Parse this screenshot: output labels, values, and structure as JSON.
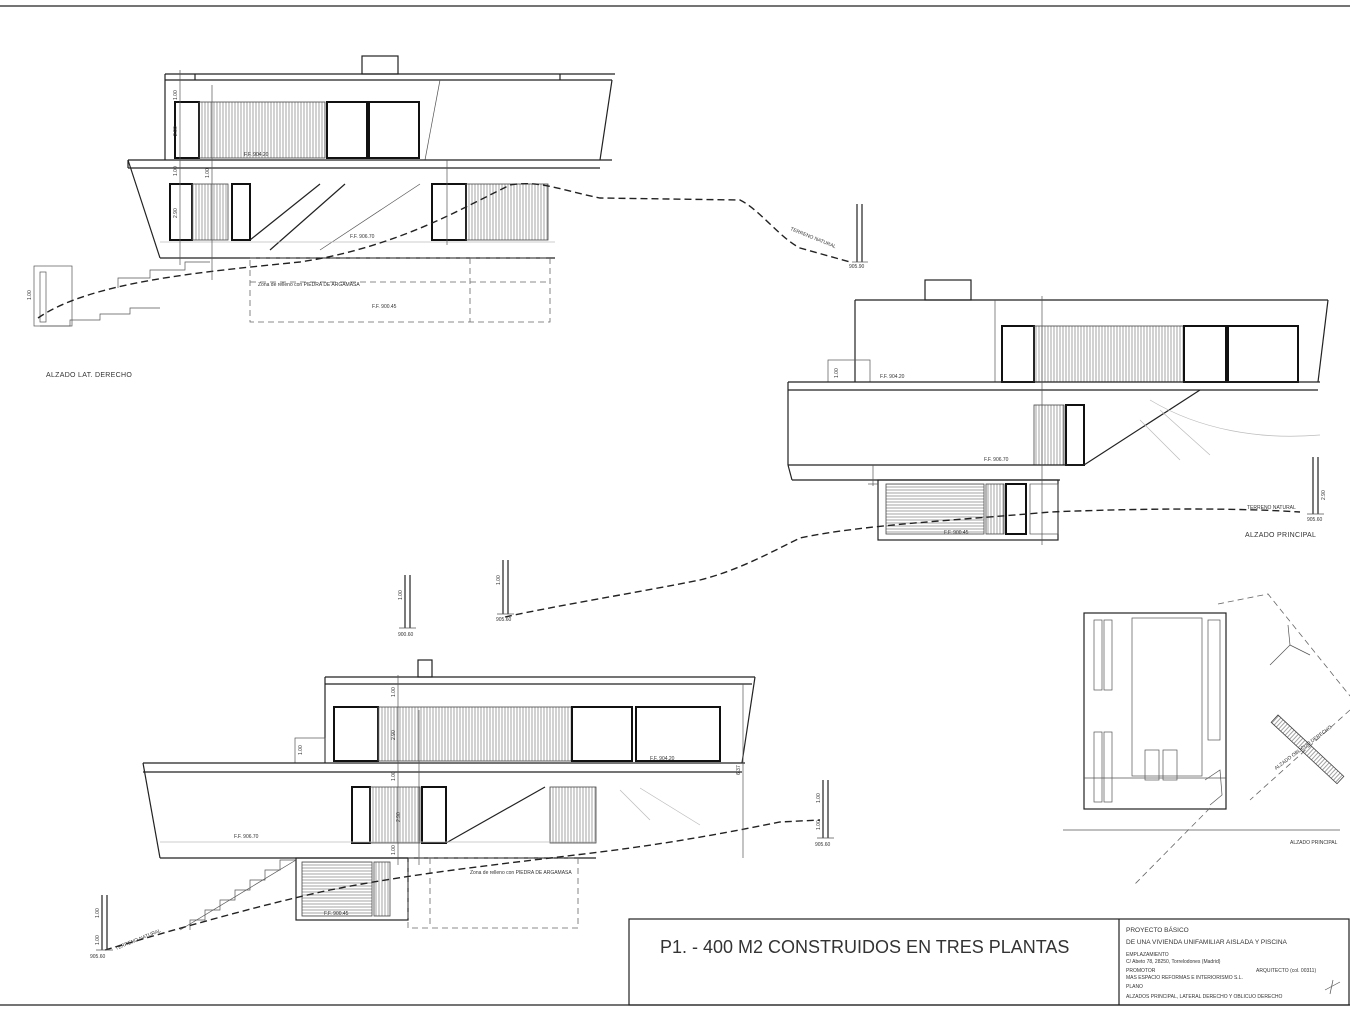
{
  "labels": {
    "alzado_lateral": "ALZADO LAT. DERECHO",
    "alzado_principal": "ALZADO PRINCIPAL",
    "alzado_principal_plan": "ALZADO PRINCIPAL",
    "alzado_oblicuo": "ALZADO OBLICUO DERECHO",
    "terreno_1": "TERRENO NATURAL",
    "terreno_2": "TERRENO NATURAL",
    "terreno_3": "TERRENO NATURAL"
  },
  "dimensions": {
    "a1": "1.00",
    "a2": "2.90",
    "a3": "1.00",
    "a4": "2.90",
    "a5": "1.00",
    "a6": "1.00",
    "b1": "2.90",
    "b2": "1.00",
    "b3": "1.00",
    "b4": "1.00",
    "c1": "1.00",
    "c2": "1.00",
    "c3": "2.90",
    "c4": "1.00",
    "c5": "2.90",
    "c6": "1.00",
    "c7": "6.37",
    "c8": "1.00",
    "c9": "1.00",
    "c10": "1.00",
    "c11": "1.00",
    "d1": "1.00",
    "d2": "1.00"
  },
  "levels": {
    "l1": "F.F. 904.20",
    "l2": "F.F. 906.70",
    "l3": "F.F. 900.45",
    "l4": "905.90",
    "l5": "F.F. 904.20",
    "l6": "F.F. 906.70",
    "l7": "F.F. 900.45",
    "l8": "905.60",
    "l9": "900.60",
    "l10": "905.60",
    "l11": "F.F. 904.20",
    "l12": "F.F. 906.70",
    "l13": "F.F. 900.45",
    "l14": "905.60",
    "l15": "905.60"
  },
  "notes": {
    "n1": "Zona de relleno con PIEDRA DE ARGAMASA",
    "n2": "Zona de relleno con PIEDRA DE ARGAMASA"
  },
  "title_block": {
    "title": "P1. - 400 M2 CONSTRUIDOS EN TRES PLANTAS",
    "proyecto_label": "PROYECTO BÁSICO",
    "proyecto_value": "DE UNA VIVIENDA UNIFAMILIAR AISLADA Y PISCINA",
    "ubicacion_label": "EMPLAZAMIENTO",
    "ubicacion_value": "C/ Abeto 78, 28250, Torrelodones (Madrid)",
    "promotor_label": "PROMOTOR",
    "promotor_value": "MAS ESPACIO REFORMAS E INTERIORISMO S.L.",
    "arquitecto_label": "ARQUITECTO (col. 00311)",
    "plano_label": "PLANO",
    "plano_value": "ALZADOS PRINCIPAL, LATERAL DERECHO Y OBLICUO DERECHO"
  }
}
